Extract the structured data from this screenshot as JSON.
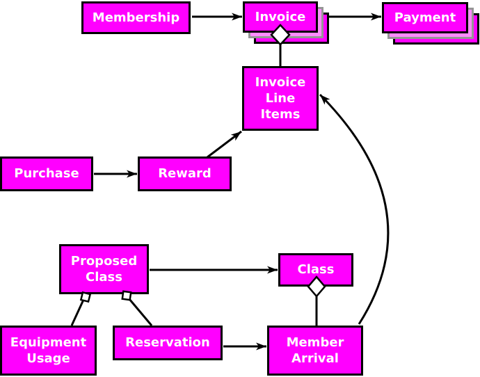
{
  "diagram": {
    "type": "entity-relationship-diagram",
    "colors": {
      "node_fill": "#FF00FF",
      "stack_mid_fill": "#FF8CFF",
      "stack_mid_border": "#969696",
      "node_border": "#000000",
      "node_text": "#FFFFFF",
      "connector": "#000000",
      "aggregation_marker_fill": "#FFFFFF",
      "background": "#FFFFFF"
    },
    "nodes": [
      {
        "id": "membership",
        "label": "Membership",
        "stacked": false
      },
      {
        "id": "invoice",
        "label": "Invoice",
        "stacked": true
      },
      {
        "id": "payment",
        "label": "Payment",
        "stacked": true
      },
      {
        "id": "invoice-line-items",
        "label": "Invoice\nLine\nItems",
        "stacked": false
      },
      {
        "id": "purchase",
        "label": "Purchase",
        "stacked": false
      },
      {
        "id": "reward",
        "label": "Reward",
        "stacked": false
      },
      {
        "id": "proposed-class",
        "label": "Proposed\nClass",
        "stacked": false
      },
      {
        "id": "class",
        "label": "Class",
        "stacked": false
      },
      {
        "id": "equipment-usage",
        "label": "Equipment\nUsage",
        "stacked": false
      },
      {
        "id": "reservation",
        "label": "Reservation",
        "stacked": false
      },
      {
        "id": "member-arrival",
        "label": "Member\nArrival",
        "stacked": false
      }
    ],
    "edges": [
      {
        "from": "membership",
        "to": "invoice",
        "style": "arrow"
      },
      {
        "from": "invoice",
        "to": "payment",
        "style": "arrow"
      },
      {
        "from": "invoice",
        "to": "invoice-line-items",
        "style": "aggregation-diamond-line"
      },
      {
        "from": "purchase",
        "to": "reward",
        "style": "arrow"
      },
      {
        "from": "reward",
        "to": "invoice-line-items",
        "style": "arrow"
      },
      {
        "from": "proposed-class",
        "to": "class",
        "style": "arrow"
      },
      {
        "from": "class",
        "to": "member-arrival",
        "style": "aggregation-diamond-line"
      },
      {
        "from": "proposed-class",
        "to": "equipment-usage",
        "style": "aggregation-square-line"
      },
      {
        "from": "proposed-class",
        "to": "reservation",
        "style": "aggregation-square-line"
      },
      {
        "from": "reservation",
        "to": "member-arrival",
        "style": "arrow"
      },
      {
        "from": "member-arrival",
        "to": "invoice-line-items",
        "style": "curved-arrow"
      }
    ]
  }
}
